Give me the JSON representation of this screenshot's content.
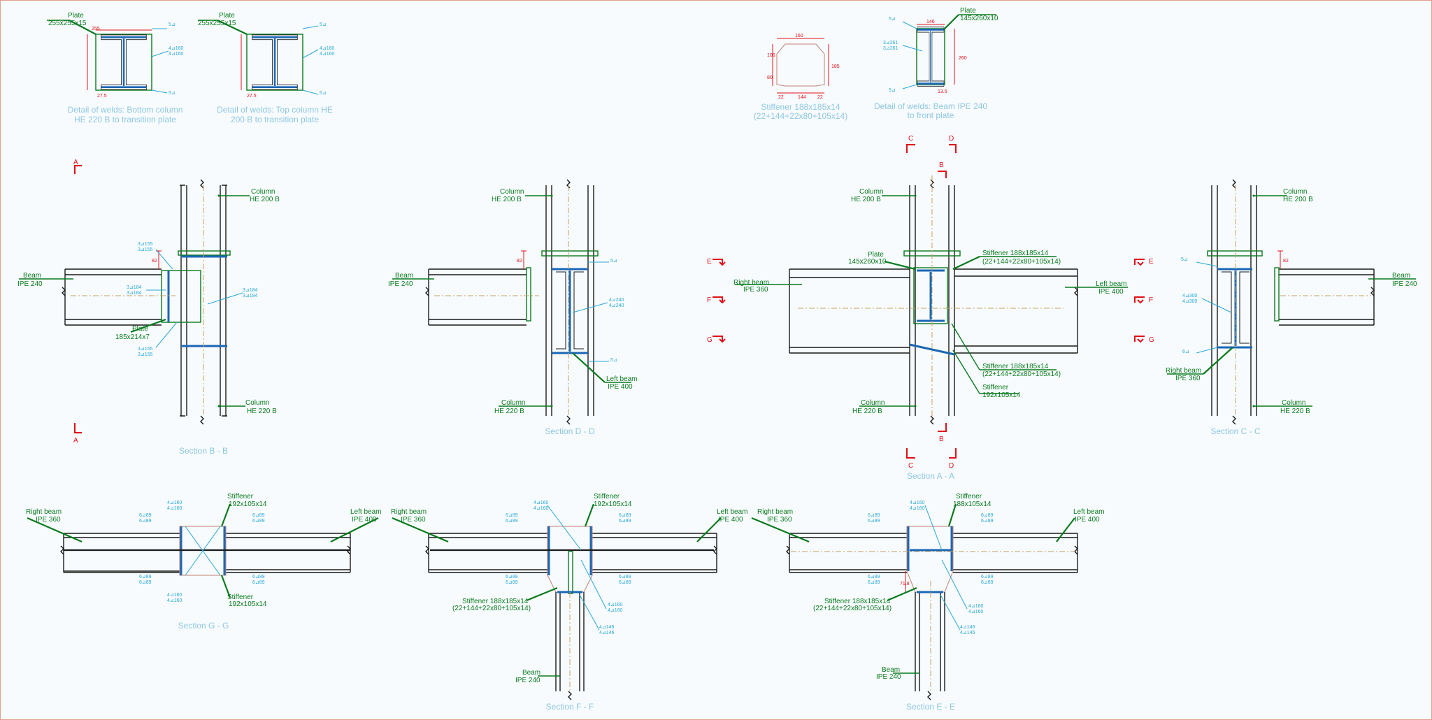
{
  "detail_labels": {
    "d1": [
      "Detail of welds: Bottom column",
      "HE 220 B  to transition plate"
    ],
    "d2": [
      "Detail of welds: Top column HE",
      "200 B  to transition plate"
    ],
    "d3": [
      "Stiffener  188x185x14",
      "(22+144+22x80+105x14)"
    ],
    "d4": [
      "Detail of welds: Beam IPE 240",
      "to front plate"
    ]
  },
  "section_titles": {
    "bb": "Section B - B",
    "dd": "Section D - D",
    "aa": "Section A - A",
    "cc": "Section C - C",
    "gg": "Section G - G",
    "ff": "Section F - F",
    "ee": "Section E - E"
  },
  "callouts": {
    "plate255": [
      "Plate",
      "255x255x15"
    ],
    "plate145": [
      "Plate",
      "145x260x10"
    ],
    "col_top": [
      "Column",
      "HE 200 B"
    ],
    "col_bot": [
      "Column",
      "HE 220 B"
    ],
    "beam240": [
      "Beam",
      "IPE 240"
    ],
    "plate185": [
      "Plate",
      "185x214x7"
    ],
    "left_beam": [
      "Left beam",
      "IPE 400"
    ],
    "right_beam": [
      "Right beam",
      "IPE 360"
    ],
    "stiff188": [
      "Stiffener 188x185x14",
      "(22+144+22x80+105x14)"
    ],
    "stiff192": [
      "Stiffener",
      "192x105x14"
    ],
    "stiff188b": [
      "Stiffener",
      "188x105x14"
    ]
  },
  "section_marks": [
    "A",
    "B",
    "C",
    "D",
    "E",
    "F",
    "G"
  ],
  "dims": {
    "d255": "255",
    "d275": "27.5",
    "d160": "160",
    "d144": "144",
    "d22": "22",
    "d105": "105",
    "d80": "80",
    "d185": "185",
    "d146": "146",
    "d260": "260",
    "d135": "13.5",
    "d82": "82",
    "d718": "71.8"
  },
  "weld_symbols": {
    "w155": [
      "3⊿155",
      "3⊿155"
    ],
    "w184": [
      "3⊿184",
      "3⊿184"
    ],
    "w160": [
      "4⊿160",
      "4⊿160"
    ],
    "w89": [
      "6⊿89",
      "6⊿89"
    ],
    "w240": [
      "4⊿240",
      "4⊿240"
    ],
    "w146": [
      "4⊿146",
      "4⊿146"
    ],
    "w5": [
      "5⊿",
      "5⊿"
    ],
    "w6": "6⊿",
    "w261": [
      "3⊿261",
      "3⊿261"
    ],
    "w300": [
      "4⊿300",
      "4⊿300"
    ]
  },
  "colors": {
    "annotation_green": "#0a7a1e",
    "weld_blue": "#1b67b5",
    "leader_cyan": "#2aa7d6",
    "marker_red": "#e0101a",
    "title_lightblue": "#8fc7e3",
    "axis_tan": "#c7a060",
    "frame": "#e3a08a"
  }
}
